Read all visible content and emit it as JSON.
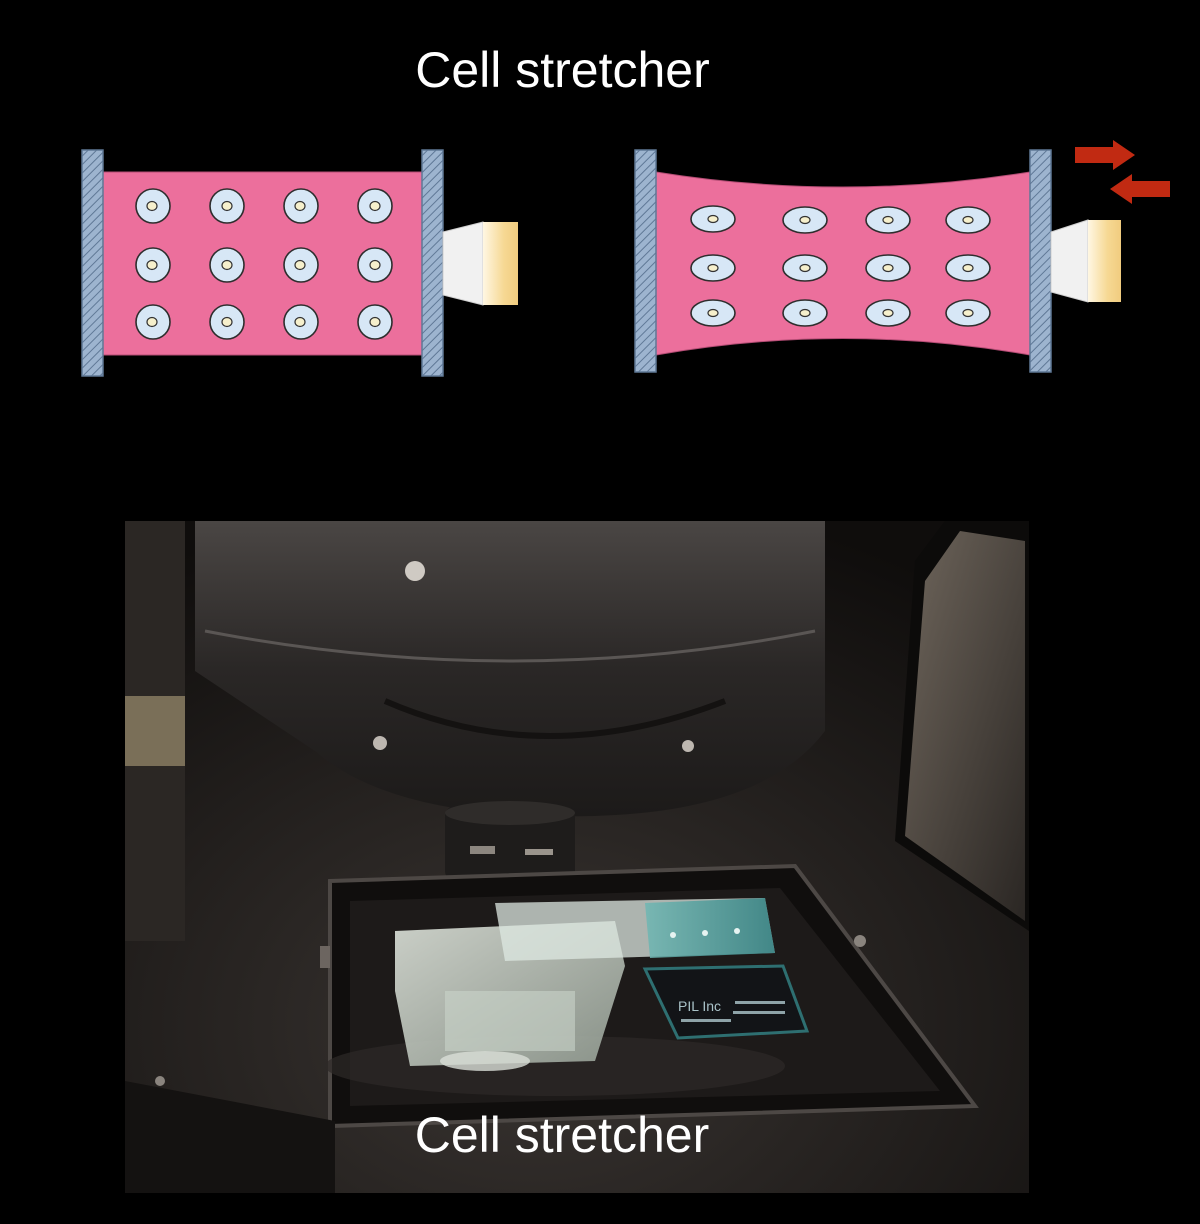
{
  "title": "Cell stretcher",
  "photo": {
    "caption": "Cell stretcher",
    "logo_text": "PIL Inc",
    "label_text": ""
  },
  "colors": {
    "substrate": "#ec6f9c",
    "cell_fill": "#d7e7f6",
    "nucleus_fill": "#f6f0cc",
    "clamp": "#8ea9c6",
    "arrow": "#c12a12",
    "actuator_body": "#f1f1f1",
    "actuator_tip": "#f4d38f"
  }
}
